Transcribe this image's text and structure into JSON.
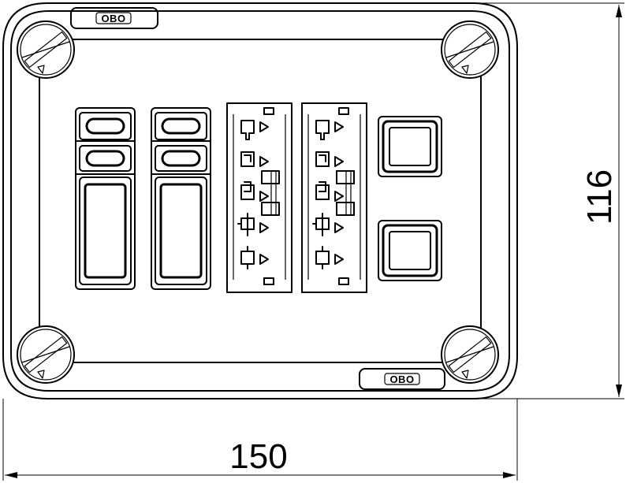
{
  "drawing": {
    "brand_logo_top": "OBO",
    "brand_logo_bottom": "OBO",
    "width_dimension": "150",
    "height_dimension": "116"
  },
  "components": {
    "fuse_holders": 2,
    "terminal_blocks": 2,
    "square_buttons": 2,
    "corner_screws": 4
  }
}
